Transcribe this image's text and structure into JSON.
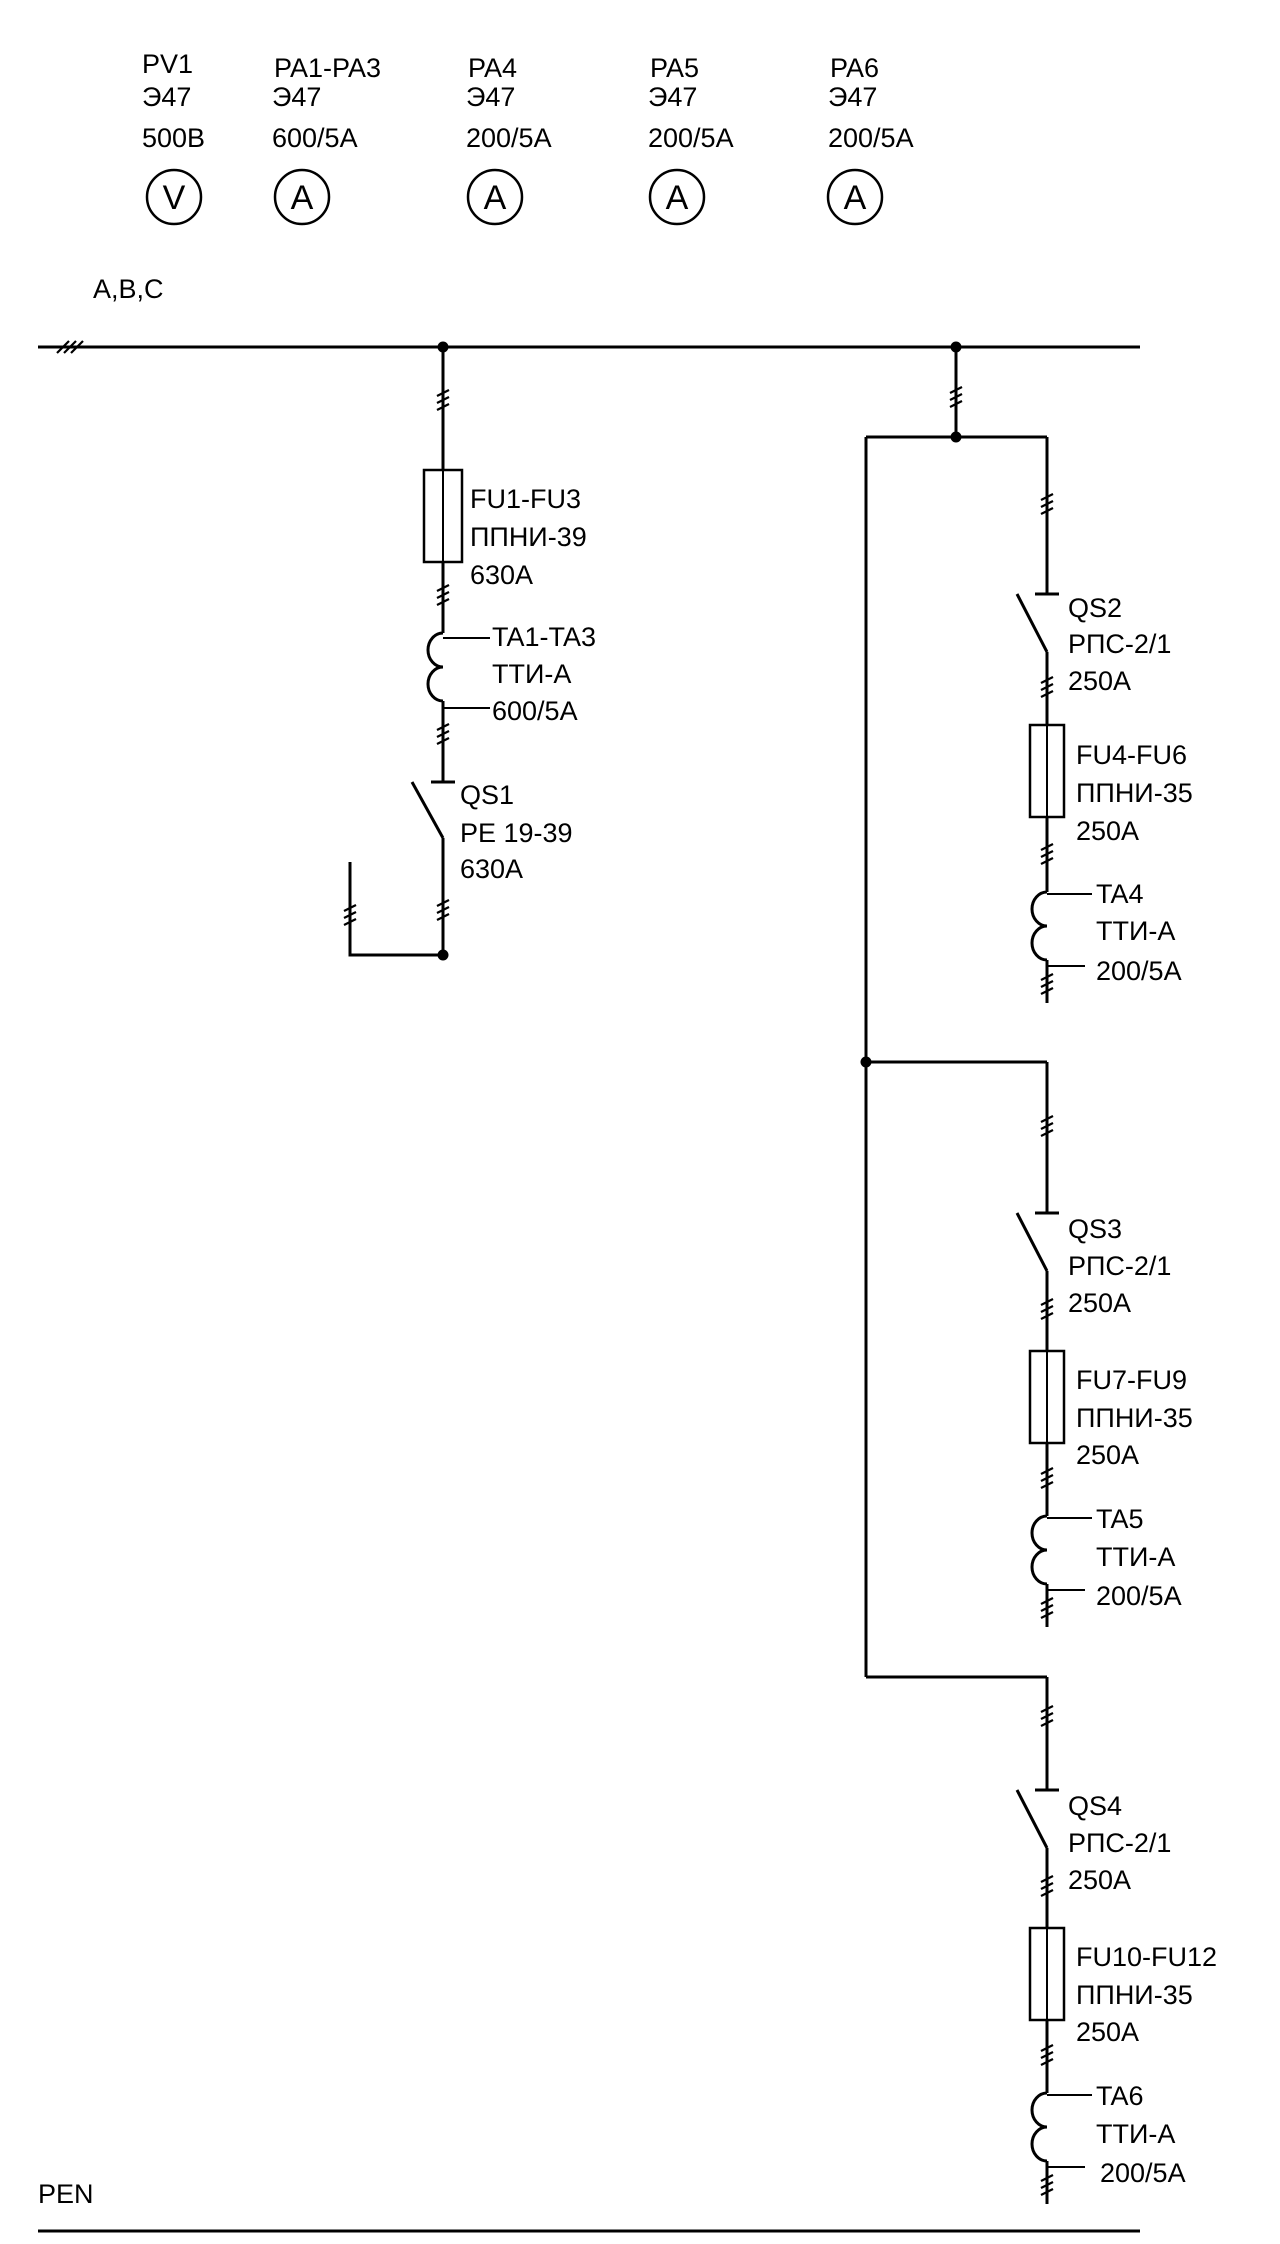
{
  "meters": [
    {
      "label": "PV1",
      "type": "Э47",
      "rating": "500В",
      "glyph": "V"
    },
    {
      "label": "PA1-PA3",
      "type": "Э47",
      "rating": "600/5А",
      "glyph": "A"
    },
    {
      "label": "PA4",
      "type": "Э47",
      "rating": "200/5А",
      "glyph": "A"
    },
    {
      "label": "PA5",
      "type": "Э47",
      "rating": "200/5А",
      "glyph": "A"
    },
    {
      "label": "PA6",
      "type": "Э47",
      "rating": "200/5А",
      "glyph": "A"
    }
  ],
  "bus": {
    "phase_label": "A,B,C",
    "neutral_label": "PEN"
  },
  "main_feeder": {
    "fuse": {
      "name": "FU1-FU3",
      "type": "ППНИ-39",
      "rating": "630А"
    },
    "ct": {
      "name": "TA1-TA3",
      "type": "ТТИ-А",
      "rating": "600/5А"
    },
    "switch": {
      "name": "QS1",
      "type": "РЕ 19-39",
      "rating": "630А"
    }
  },
  "branches": [
    {
      "switch": {
        "name": "QS2",
        "type": "РПС-2/1",
        "rating": "250А"
      },
      "fuse": {
        "name": "FU4-FU6",
        "type": "ППНИ-35",
        "rating": "250А"
      },
      "ct": {
        "name": "TA4",
        "type": "ТТИ-А",
        "rating": "200/5А"
      }
    },
    {
      "switch": {
        "name": "QS3",
        "type": "РПС-2/1",
        "rating": "250А"
      },
      "fuse": {
        "name": "FU7-FU9",
        "type": "ППНИ-35",
        "rating": "250А"
      },
      "ct": {
        "name": "TA5",
        "type": "ТТИ-А",
        "rating": "200/5А"
      }
    },
    {
      "switch": {
        "name": "QS4",
        "type": "РПС-2/1",
        "rating": "250А"
      },
      "fuse": {
        "name": "FU10-FU12",
        "type": "ППНИ-35",
        "rating": "250А"
      },
      "ct": {
        "name": "TA6",
        "type": "ТТИ-А",
        "rating": "200/5А"
      }
    }
  ]
}
